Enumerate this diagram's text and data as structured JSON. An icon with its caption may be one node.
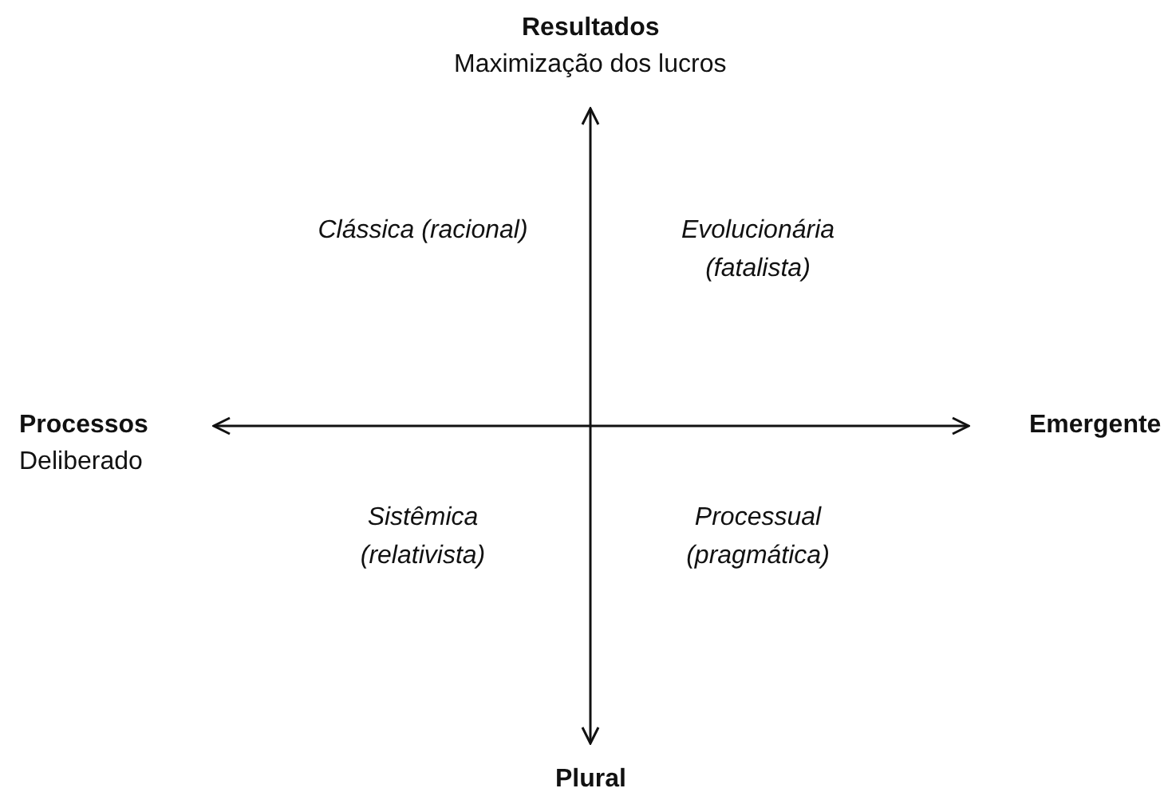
{
  "diagram": {
    "labels": [
      "Resultados",
      "Maximização dos lucros",
      "Clássica (racional)",
      "Evolucionária (fatalista)",
      "Processos",
      "Deliberado",
      "Emergente",
      "Sistêmica (relativista)",
      "Processual (pragmática)",
      "Plural"
    ]
  }
}
